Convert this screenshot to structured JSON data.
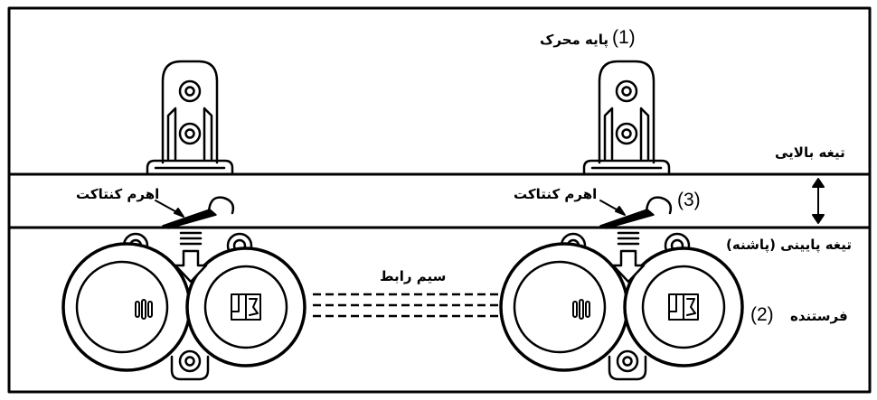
{
  "labels": {
    "motor_base": "پایه محرک",
    "motor_base_num": "(1)",
    "upper_blade": "تیغه بالایی",
    "contact_lever_left": "اهرم کنتاکت",
    "contact_lever_right": "اهرم کنتاکت",
    "contact_lever_num": "(3)",
    "lower_blade": "تیغه پایینی (پاشنه)",
    "connecting_wire": "سیم رابط",
    "transmitter": "فرستنده",
    "transmitter_num": "(2)"
  },
  "colors": {
    "ink": "#000000",
    "paper": "#ffffff"
  }
}
